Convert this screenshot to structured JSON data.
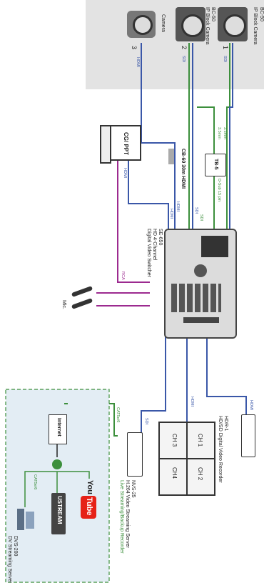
{
  "colors": {
    "sdi": "#3c8f3c",
    "hdmi": "#3a57a8",
    "rca": "#9c2a8f",
    "cat": "#3c8f3c",
    "camera_bg": "#e3e3e3",
    "cloud_bg": "#e3edf4",
    "youtube_red": "#e62117"
  },
  "cameras": [
    {
      "number": "1",
      "model": "BC-50",
      "desc": "IP Block Camera",
      "cable": "SDI",
      "icon": "ip-block-camera-icon"
    },
    {
      "number": "2",
      "model": "BC-50",
      "desc": "IP Block Camera",
      "cable": "SDI",
      "icon": "ip-block-camera-icon"
    },
    {
      "number": "3",
      "model": "",
      "desc": "Camera",
      "cable": "HDMI",
      "icon": "camcorder-icon"
    }
  ],
  "laptop": {
    "screen_text": "CG/ PPT",
    "cable": "HDMI"
  },
  "cable_labels": {
    "cb60": "CB-60 30m HDMI",
    "hdmi": "HDMI",
    "sdi": "SDI",
    "rca": "RCA",
    "dsub": "D-Sub 15 pin",
    "stereo_top": "3.5mm",
    "stereo_bottom": "3.5mm",
    "cat5": "CAT5e/6",
    "cat5_cloud": "CAT5e/6"
  },
  "tb5": {
    "label": "TB-5"
  },
  "switcher": {
    "model": "SE-650",
    "desc1": "HD 4-Channel",
    "desc2": "Digital Video Switcher"
  },
  "mic": {
    "label": "Mic."
  },
  "recorder": {
    "model": "HDR-1",
    "desc": "HD/SD Digital Video Recorder",
    "cable": "HDMI"
  },
  "multiview": {
    "channels": [
      "CH 1",
      "CH 2",
      "CH 3",
      "CH4"
    ],
    "cable": "HDMI"
  },
  "nvs": {
    "model": "NVS-25",
    "desc1": "H.264 Video Streaming Server",
    "desc2": "Live Streaming/Backup Recorder"
  },
  "cloud": {
    "internet": "Internet",
    "youtube_you": "You",
    "youtube_tube": "Tube",
    "ustream": "USTREAM",
    "dvs_model": "DVS-200",
    "dvs_desc": "DV Streaming Server"
  }
}
